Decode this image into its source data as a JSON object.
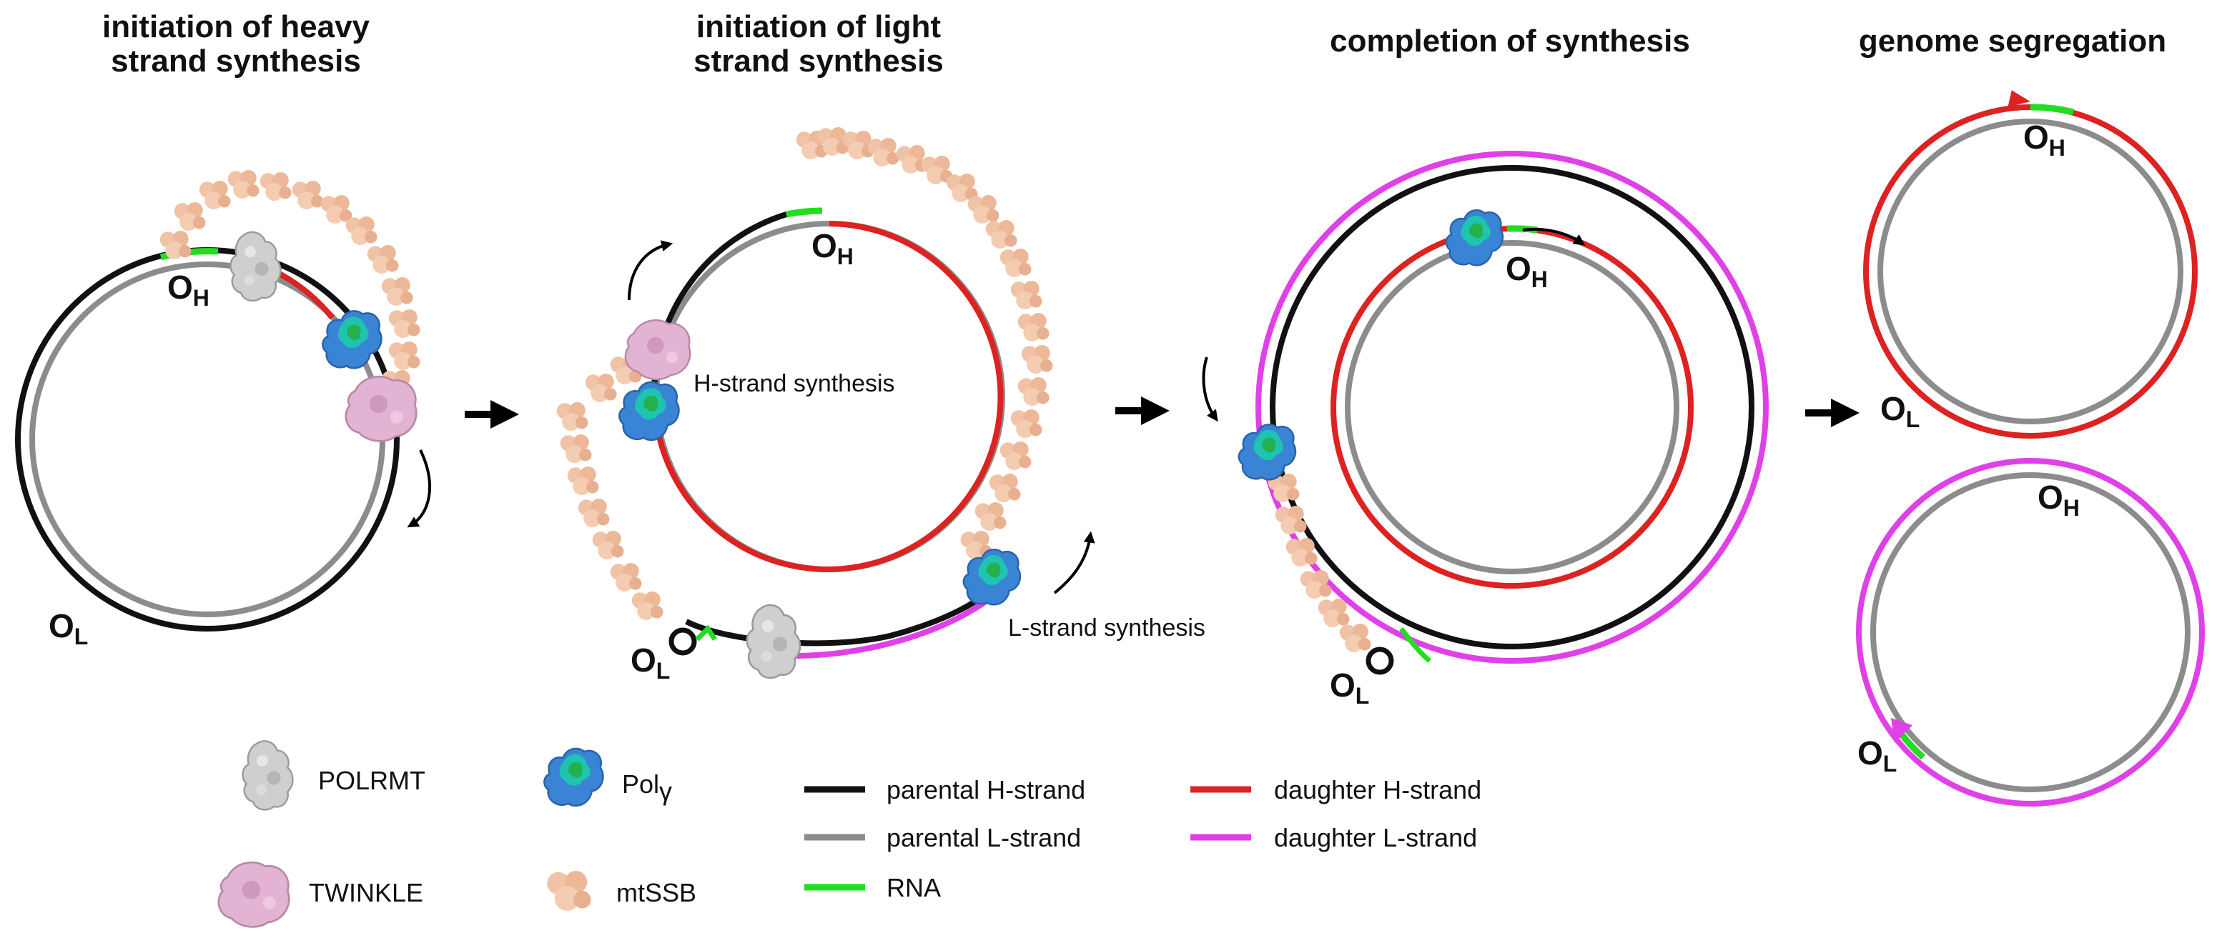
{
  "titles": {
    "panel1": [
      "initiation of heavy",
      "strand synthesis"
    ],
    "panel2": [
      "initiation of light",
      "strand synthesis"
    ],
    "panel3": "completion of synthesis",
    "panel4": "genome segregation"
  },
  "origin_labels": {
    "heavy_main": "O",
    "heavy_sub": "H",
    "light_main": "O",
    "light_sub": "L"
  },
  "annotations": {
    "h_strand_synthesis": "H-strand synthesis",
    "l_strand_synthesis": "L-strand synthesis"
  },
  "protein_legend": [
    {
      "name": "POLRMT",
      "icon": "polrmt-icon",
      "color": "#c9c9c9"
    },
    {
      "name": "TWINKLE",
      "icon": "twinkle-icon",
      "color": "#e2b3d2"
    },
    {
      "name": "Pol",
      "suffix": "γ",
      "icon": "polgamma-icon",
      "color": "#3a84d6"
    },
    {
      "name": "mtSSB",
      "icon": "mtssb-icon",
      "color": "#f0c3a6"
    }
  ],
  "strand_legend": [
    {
      "name": "parental H-strand",
      "color": "#111111"
    },
    {
      "name": "parental L-strand",
      "color": "#8c8c8c"
    },
    {
      "name": "RNA",
      "color": "#22dd22"
    },
    {
      "name": "daughter H-strand",
      "color": "#dd2222"
    },
    {
      "name": "daughter L-strand",
      "color": "#e040e8"
    }
  ],
  "colors": {
    "parental_h": "#111111",
    "parental_l": "#8c8c8c",
    "rna": "#22dd22",
    "daughter_h": "#dd2222",
    "daughter_l": "#e040e8",
    "arrow": "#000000"
  }
}
